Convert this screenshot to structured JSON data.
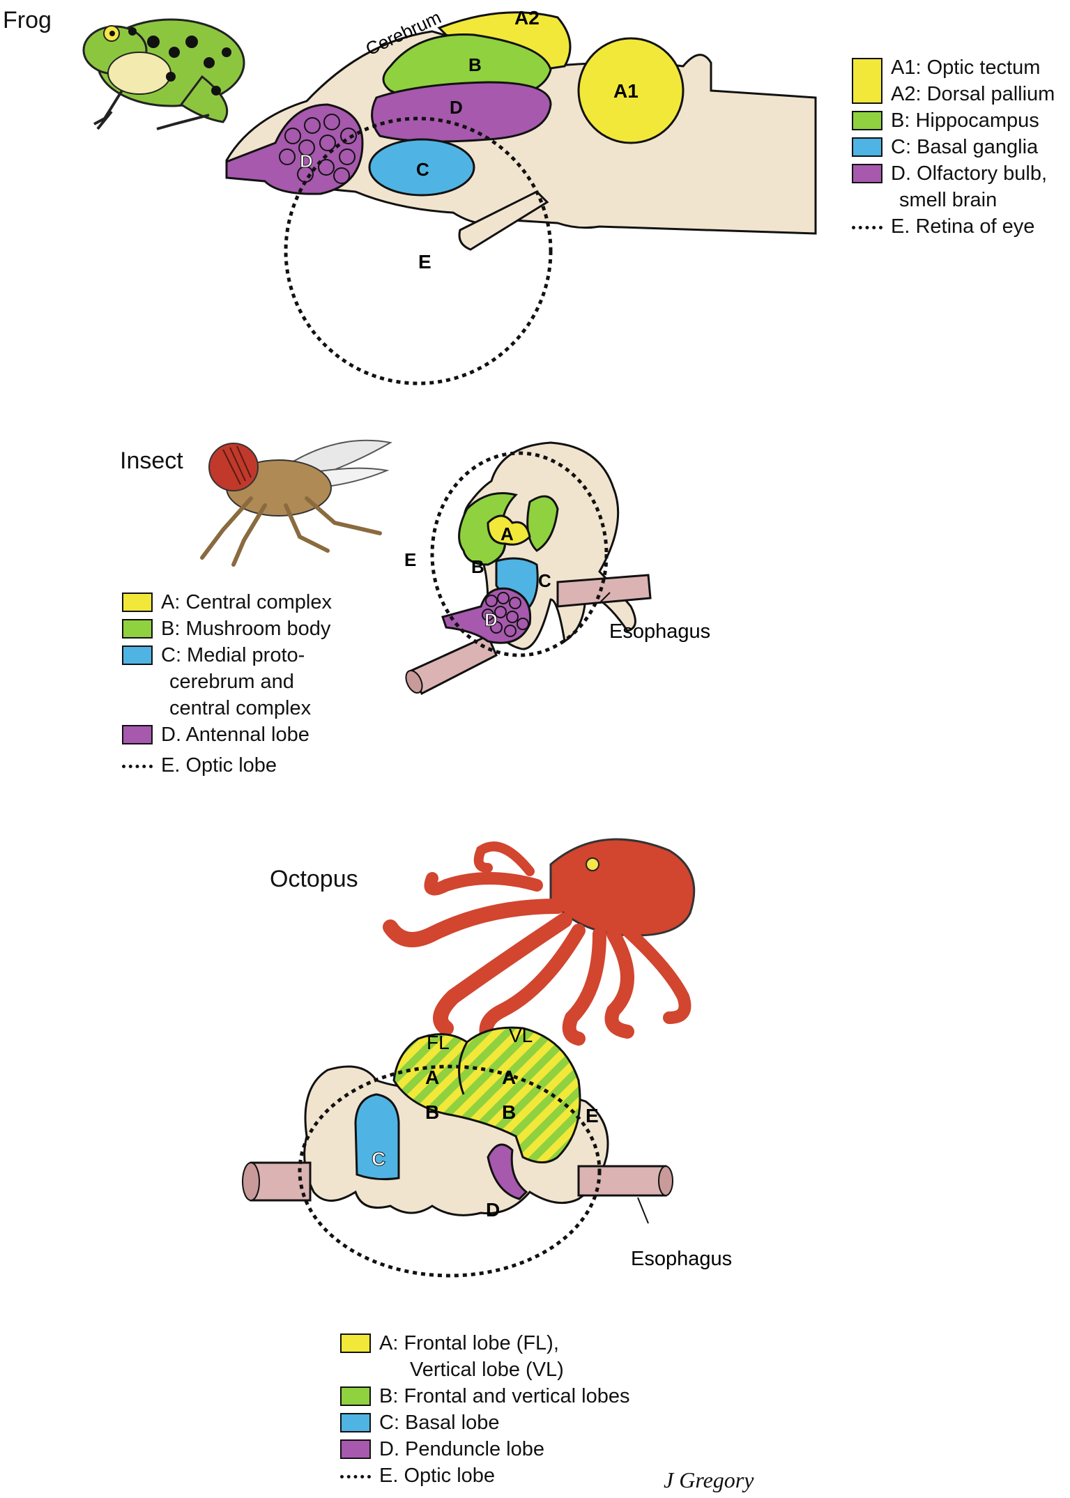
{
  "colors": {
    "yellow": "#f2e83a",
    "green": "#8fd13f",
    "blue": "#4fb4e3",
    "purple": "#a659ad",
    "beige": "#f1e4cf",
    "pink": "#dbb3b3",
    "outline": "#111111"
  },
  "frog": {
    "title": "Frog",
    "labels": {
      "cerebrum": "Cerebrum",
      "a1": "A1",
      "a2": "A2",
      "b": "B",
      "c": "C",
      "d": "D",
      "d_bulb": "D",
      "e": "E"
    },
    "legend": [
      {
        "code": "A1",
        "text": ": Optic tectum",
        "color": "yellow"
      },
      {
        "code": "A2",
        "text": ": Dorsal pallium",
        "color": "yellow"
      },
      {
        "text": "B: Hippocampus",
        "color": "green"
      },
      {
        "text": "C: Basal ganglia",
        "color": "blue"
      },
      {
        "text": "D. Olfactory bulb,",
        "text2": "smell brain",
        "color": "purple"
      },
      {
        "text": "E. Retina of eye",
        "swatch": "dotted"
      }
    ]
  },
  "insect": {
    "title": "Insect",
    "labels": {
      "a": "A",
      "b": "B",
      "c": "C",
      "d": "D",
      "e": "E",
      "esophagus": "Esophagus"
    },
    "legend": [
      {
        "text": "A: Central complex",
        "color": "yellow"
      },
      {
        "text": "B: Mushroom body",
        "color": "green"
      },
      {
        "text": "C: Medial proto-",
        "text2": "cerebrum and",
        "text3": "central complex",
        "color": "blue"
      },
      {
        "text": "D. Antennal lobe",
        "color": "purple"
      },
      {
        "text": "E. Optic lobe",
        "swatch": "dotted"
      }
    ]
  },
  "octopus": {
    "title": "Octopus",
    "labels": {
      "fl": "FL",
      "vl": "VL",
      "a": "A",
      "b": "B",
      "c": "C",
      "d": "D",
      "e": "E",
      "esophagus": "Esophagus"
    },
    "legend": [
      {
        "text": "A: Frontal lobe (FL),",
        "text2": "Vertical lobe (VL)",
        "color": "yellow"
      },
      {
        "text": "B: Frontal and vertical lobes",
        "color": "green"
      },
      {
        "text": "C: Basal lobe",
        "color": "blue"
      },
      {
        "text": "D. Penduncle lobe",
        "color": "purple"
      },
      {
        "text": "E. Optic lobe",
        "swatch": "dotted"
      }
    ]
  },
  "signature": "J Gregory"
}
